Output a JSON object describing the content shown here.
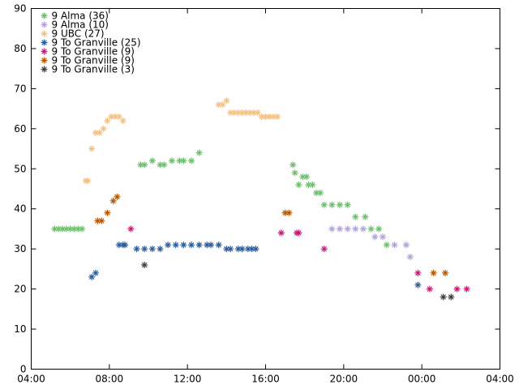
{
  "chart_data": {
    "type": "scatter",
    "title": "",
    "xlabel": "",
    "ylabel": "",
    "grid": false,
    "legend_placement": "top-left",
    "xlim": [
      "04:00",
      "04:00 (+1 day)"
    ],
    "ylim": [
      0,
      90
    ],
    "x_ticks": [
      "04:00",
      "08:00",
      "12:00",
      "16:00",
      "20:00",
      "00:00",
      "04:00"
    ],
    "y_ticks": [
      0,
      10,
      20,
      30,
      40,
      50,
      60,
      70,
      80,
      90
    ],
    "marker": "asterisk",
    "series": [
      {
        "name": "9 Alma (36)",
        "color": "#6cbf6c",
        "points": [
          [
            "05:12",
            35
          ],
          [
            "05:24",
            35
          ],
          [
            "05:36",
            35
          ],
          [
            "05:48",
            35
          ],
          [
            "06:00",
            35
          ],
          [
            "06:12",
            35
          ],
          [
            "06:24",
            35
          ],
          [
            "06:36",
            35
          ],
          [
            "09:36",
            51
          ],
          [
            "09:48",
            51
          ],
          [
            "10:12",
            52
          ],
          [
            "10:36",
            51
          ],
          [
            "10:48",
            51
          ],
          [
            "11:12",
            52
          ],
          [
            "11:36",
            52
          ],
          [
            "11:48",
            52
          ],
          [
            "12:12",
            52
          ],
          [
            "12:36",
            54
          ],
          [
            "17:24",
            51
          ],
          [
            "17:30",
            49
          ],
          [
            "17:42",
            46
          ],
          [
            "17:54",
            48
          ],
          [
            "18:06",
            48
          ],
          [
            "18:12",
            46
          ],
          [
            "18:24",
            46
          ],
          [
            "18:36",
            44
          ],
          [
            "18:48",
            44
          ],
          [
            "19:00",
            41
          ],
          [
            "19:24",
            41
          ],
          [
            "19:48",
            41
          ],
          [
            "20:12",
            41
          ],
          [
            "20:36",
            38
          ],
          [
            "21:06",
            38
          ],
          [
            "21:24",
            35
          ],
          [
            "21:48",
            35
          ],
          [
            "22:12",
            31
          ]
        ]
      },
      {
        "name": "9 Alma (10)",
        "color": "#b3a4d6",
        "points": [
          [
            "19:24",
            35
          ],
          [
            "19:48",
            35
          ],
          [
            "20:12",
            35
          ],
          [
            "20:36",
            35
          ],
          [
            "21:00",
            35
          ],
          [
            "21:36",
            33
          ],
          [
            "22:00",
            33
          ],
          [
            "22:36",
            31
          ],
          [
            "23:12",
            31
          ],
          [
            "23:24",
            28
          ]
        ]
      },
      {
        "name": "9 UBC (27)",
        "color": "#f5c07f",
        "points": [
          [
            "06:48",
            47
          ],
          [
            "06:54",
            47
          ],
          [
            "07:06",
            55
          ],
          [
            "07:18",
            59
          ],
          [
            "07:30",
            59
          ],
          [
            "07:42",
            60
          ],
          [
            "07:54",
            62
          ],
          [
            "08:06",
            63
          ],
          [
            "08:18",
            63
          ],
          [
            "08:30",
            63
          ],
          [
            "08:42",
            62
          ],
          [
            "13:36",
            66
          ],
          [
            "13:48",
            66
          ],
          [
            "14:00",
            67
          ],
          [
            "14:12",
            64
          ],
          [
            "14:24",
            64
          ],
          [
            "14:36",
            64
          ],
          [
            "14:48",
            64
          ],
          [
            "15:00",
            64
          ],
          [
            "15:12",
            64
          ],
          [
            "15:24",
            64
          ],
          [
            "15:36",
            64
          ],
          [
            "15:48",
            63
          ],
          [
            "16:00",
            63
          ],
          [
            "16:12",
            63
          ],
          [
            "16:24",
            63
          ],
          [
            "16:36",
            63
          ]
        ]
      },
      {
        "name": "9 To Granville (25)",
        "color": "#2a5d9e",
        "points": [
          [
            "07:06",
            23
          ],
          [
            "07:18",
            24
          ],
          [
            "08:30",
            31
          ],
          [
            "08:42",
            31
          ],
          [
            "08:48",
            31
          ],
          [
            "09:24",
            30
          ],
          [
            "09:48",
            30
          ],
          [
            "10:12",
            30
          ],
          [
            "10:36",
            30
          ],
          [
            "11:00",
            31
          ],
          [
            "11:24",
            31
          ],
          [
            "11:48",
            31
          ],
          [
            "12:12",
            31
          ],
          [
            "12:36",
            31
          ],
          [
            "13:00",
            31
          ],
          [
            "13:12",
            31
          ],
          [
            "13:36",
            31
          ],
          [
            "14:00",
            30
          ],
          [
            "14:12",
            30
          ],
          [
            "14:36",
            30
          ],
          [
            "14:48",
            30
          ],
          [
            "15:06",
            30
          ],
          [
            "15:18",
            30
          ],
          [
            "15:30",
            30
          ],
          [
            "23:48",
            21
          ]
        ]
      },
      {
        "name": "9 To Granville (9)",
        "color": "#d6137a",
        "points": [
          [
            "09:06",
            35
          ],
          [
            "16:48",
            34
          ],
          [
            "17:36",
            34
          ],
          [
            "17:42",
            34
          ],
          [
            "19:00",
            30
          ],
          [
            "23:48",
            24
          ],
          [
            "00:24",
            20
          ],
          [
            "01:48",
            20
          ],
          [
            "02:18",
            20
          ]
        ]
      },
      {
        "name": "9 To Granville (9)",
        "color": "#b35806",
        "points": [
          [
            "07:24",
            37
          ],
          [
            "07:36",
            37
          ],
          [
            "07:54",
            39
          ],
          [
            "08:12",
            42
          ],
          [
            "08:24",
            43
          ],
          [
            "17:00",
            39
          ],
          [
            "17:12",
            39
          ],
          [
            "00:36",
            24
          ],
          [
            "01:12",
            24
          ]
        ]
      },
      {
        "name": "9 To Granville (3)",
        "color": "#404040",
        "points": [
          [
            "09:48",
            26
          ],
          [
            "01:06",
            18
          ],
          [
            "01:30",
            18
          ]
        ]
      }
    ]
  }
}
